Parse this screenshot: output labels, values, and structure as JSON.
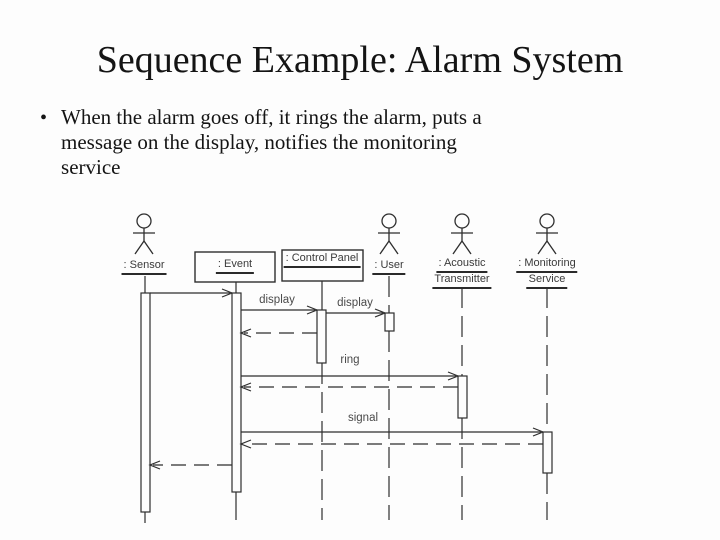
{
  "slide": {
    "title": "Sequence Example: Alarm System",
    "bullet": {
      "marker": "•",
      "lines": [
        "When the alarm goes off, it rings the alarm, puts a",
        "message on the display, notifies the monitoring",
        "service"
      ]
    }
  },
  "diagram": {
    "actors": {
      "sensor": {
        "label": ": Sensor"
      },
      "user": {
        "label": ": User"
      },
      "acoustic": {
        "label1": ": Acoustic",
        "label2": "Transmitter"
      },
      "monitoring": {
        "label1": ": Monitoring",
        "label2": "Service"
      }
    },
    "objects": {
      "event": {
        "label": ": Event"
      },
      "control_panel": {
        "label": ": Control Panel"
      }
    },
    "messages": {
      "display1": "display",
      "display2": "display",
      "ring": "ring",
      "signal": "signal"
    },
    "colors": {
      "line": "#2e2e2e",
      "text": "#3a3a3a"
    }
  }
}
